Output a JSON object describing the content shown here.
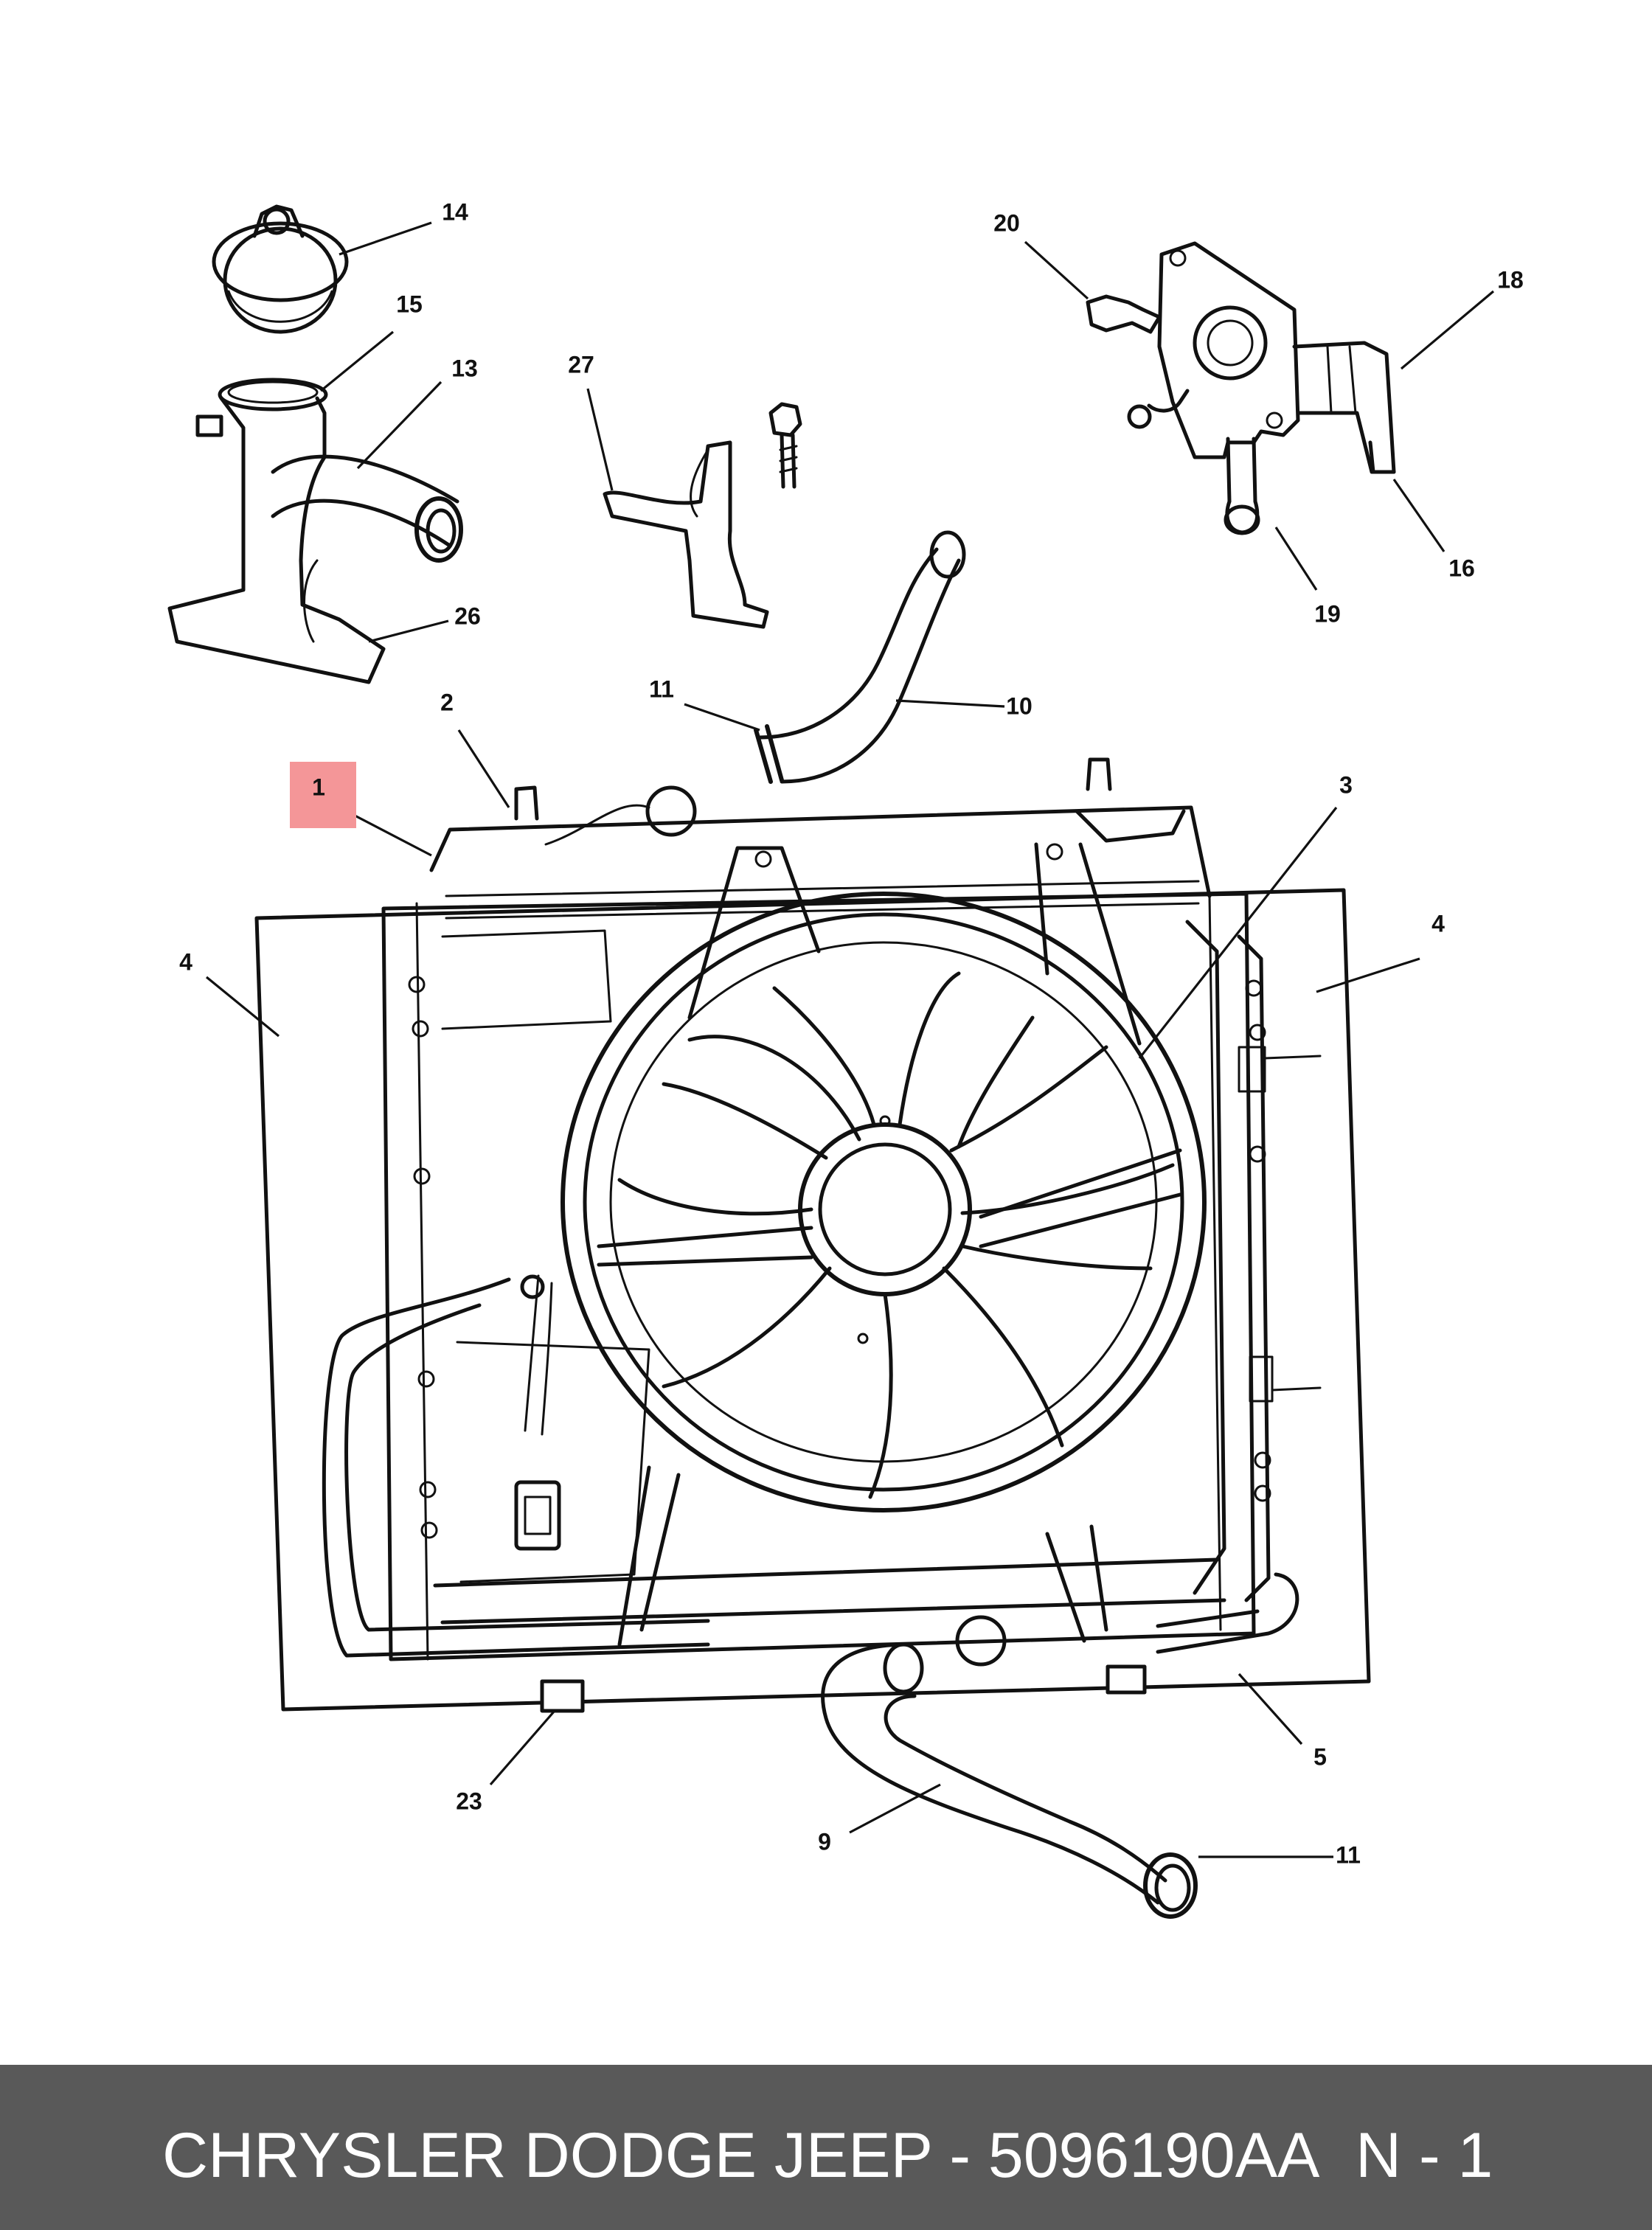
{
  "diagram": {
    "callouts": [
      {
        "name": "1",
        "highlighted": true
      },
      {
        "name": "2"
      },
      {
        "name": "3"
      },
      {
        "name": "4"
      },
      {
        "name": "4"
      },
      {
        "name": "5"
      },
      {
        "name": "9"
      },
      {
        "name": "10"
      },
      {
        "name": "11"
      },
      {
        "name": "11"
      },
      {
        "name": "13"
      },
      {
        "name": "14"
      },
      {
        "name": "15"
      },
      {
        "name": "16"
      },
      {
        "name": "18"
      },
      {
        "name": "19"
      },
      {
        "name": "20"
      },
      {
        "name": "23"
      },
      {
        "name": "26"
      },
      {
        "name": "27"
      }
    ],
    "highlight_color": "#f49698"
  },
  "footer": {
    "brand_part": "CHRYSLER DODGE JEEP - 5096190AA",
    "page_code": "N - 1",
    "background": "#595959",
    "text_color": "#ffffff"
  }
}
